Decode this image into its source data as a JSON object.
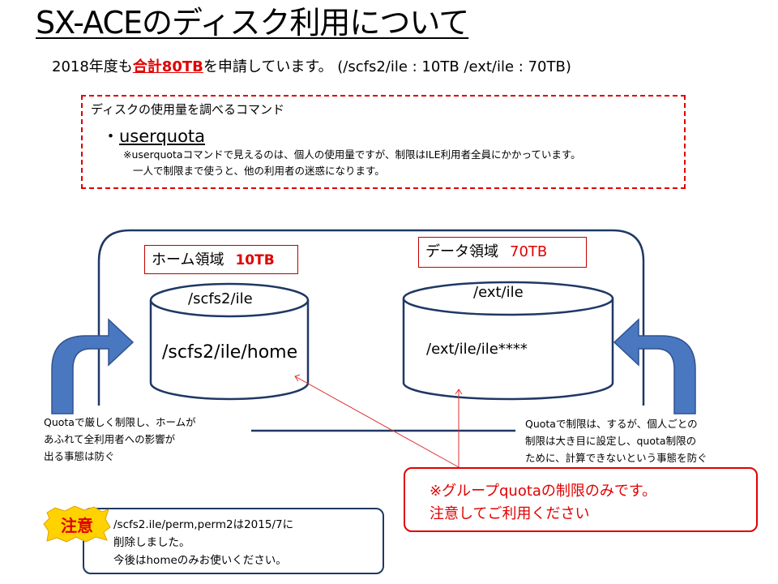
{
  "title": "SX-ACEのディスク利用について",
  "summary": {
    "pre": "2018年度も",
    "total": "合計80TB",
    "post": "を申請しています。  (/scfs2/ile : 10TB   /ext/ile : 70TB)"
  },
  "command_box": {
    "heading": "ディスクの使用量を調べるコマンド",
    "bullet": "・",
    "command": "userquota",
    "note_line1": "※userquotaコマンドで見えるのは、個人の使用量ですが、制限はILE利用者全員にかかっています。",
    "note_line2": "一人で制限まで使うと、他の利用者の迷惑になります。"
  },
  "home_area": {
    "label": "ホーム領域",
    "size": "10TB",
    "top_path": "/scfs2/ile",
    "inner_path": "/scfs2/ile/home"
  },
  "data_area": {
    "label": "データ領域",
    "size": "70TB",
    "top_path": "/ext/ile",
    "inner_path": "/ext/ile/ile****"
  },
  "left_note": [
    "Quotaで厳しく制限し、ホームが",
    "あふれて全利用者への影響が",
    "出る事態は防ぐ"
  ],
  "right_note": [
    "Quotaで制限は、するが、個人ごとの",
    "制限は大き目に設定し、quota制限の",
    "ために、計算できないという事態を防ぐ"
  ],
  "warning": {
    "line1": "※グループquotaの制限のみです。",
    "line2": "注意してご利用ください"
  },
  "notice": {
    "badge": "注意",
    "line1": "/scfs2.ile/perm,perm2は2015/7に",
    "line2": "削除しました。",
    "line3": "今後はhomeのみお使いください。"
  },
  "colors": {
    "accent_red": "#e00000",
    "arrow_blue": "#4a78c0",
    "outline_navy": "#1f3864",
    "badge_yellow": "#ffd200"
  }
}
